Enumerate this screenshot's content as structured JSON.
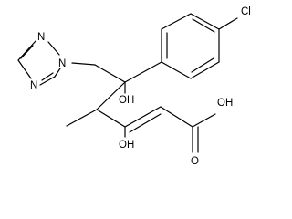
{
  "molecule": {
    "atom_labels": {
      "chlorine": "Cl",
      "hydroxyl_tertiary": "OH",
      "hydroxyl_enol": "OH",
      "carboxylic_hydroxyl": "OH",
      "carbonyl_oxygen": "O",
      "triazole_n1": "N",
      "triazole_n2": "N",
      "triazole_n4": "N"
    }
  }
}
